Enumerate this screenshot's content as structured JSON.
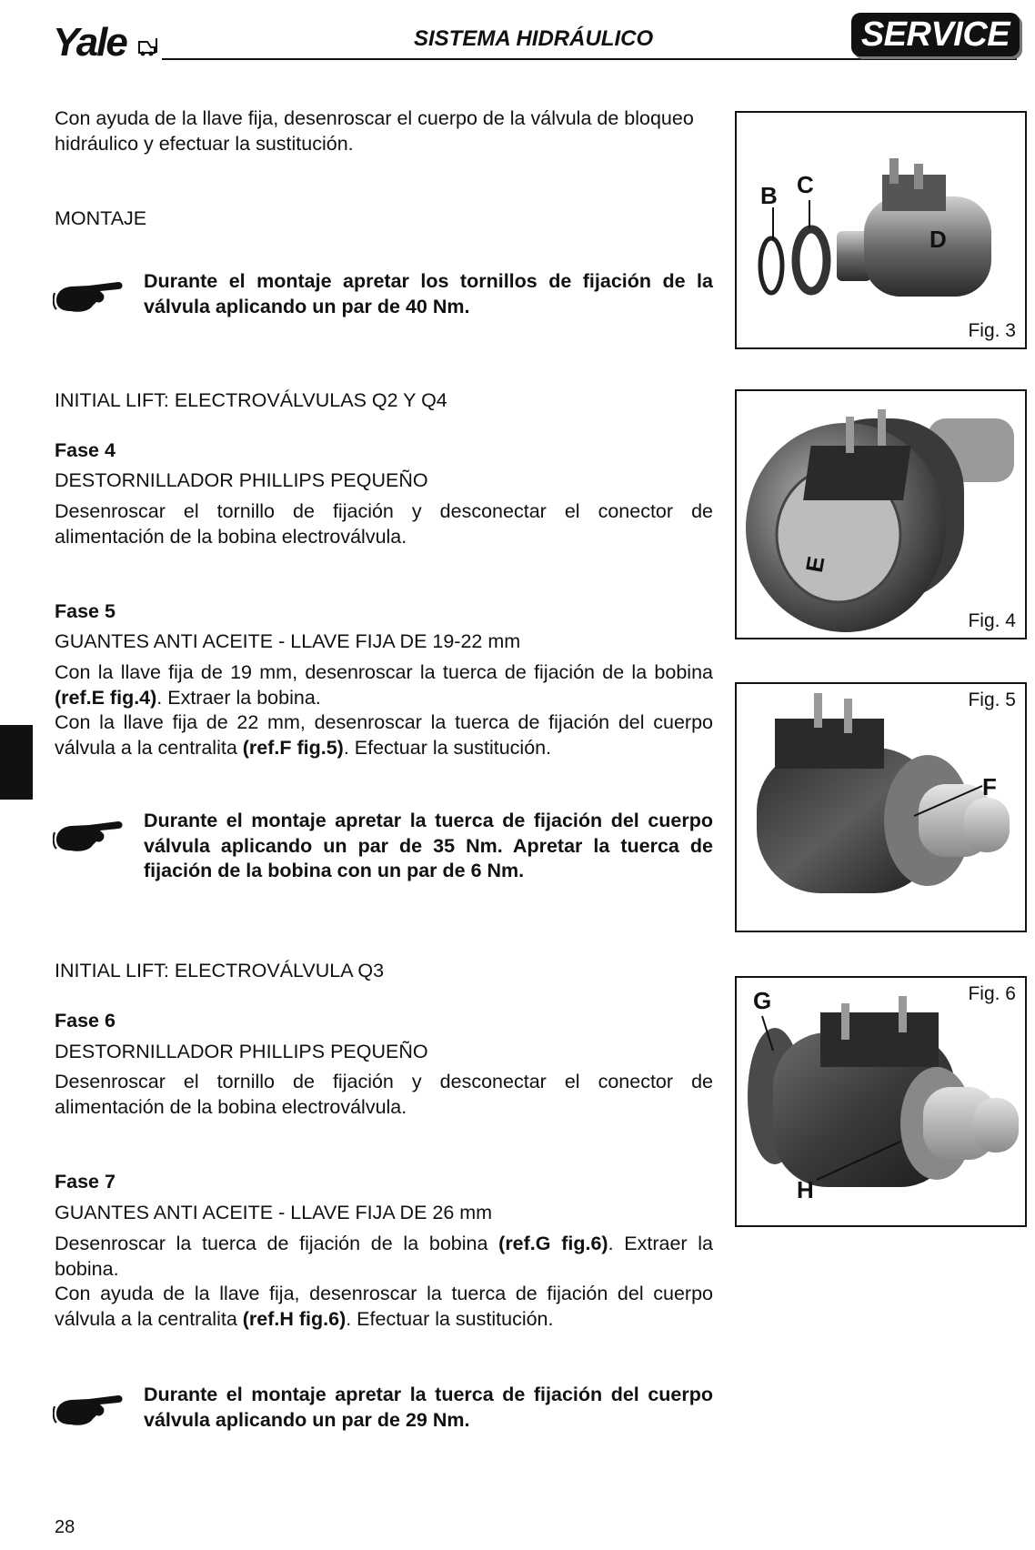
{
  "header": {
    "logo": "Yale",
    "section_title": "SISTEMA HIDRÁULICO",
    "badge": "SERVICE"
  },
  "blocks": {
    "intro": "Con ayuda de la llave fija, desenroscar el cuerpo de la válvula de bloqueo hidráulico y efectuar la sustitución.",
    "montaje": "MONTAJE",
    "note1": "Durante el montaje apretar los tornillos de fijación de la válvula aplicando un par de 40 Nm.",
    "section_q2q4": "INITIAL LIFT: ELECTROVÁLVULAS Q2 Y Q4",
    "fase4_title": "Fase 4",
    "fase4_tool": "DESTORNILLADOR PHILLIPS PEQUEÑO",
    "fase4_text": "Desenroscar el tornillo de fijación y desconectar el conector de alimentación de la bobina electroválvula.",
    "fase5_title": "Fase 5",
    "fase5_tool": "GUANTES ANTI ACEITE - LLAVE FIJA DE 19-22 mm",
    "fase5_text1a": "Con la llave fija de 19 mm, desenroscar la tuerca de fijación de la bobina ",
    "fase5_ref1": "(ref.E fig.4)",
    "fase5_text1b": ". Extraer la bobina.",
    "fase5_text2a": "Con la llave fija de 22 mm, desenroscar la tuerca de fijación del cuerpo válvula a la centralita ",
    "fase5_ref2": "(ref.F fig.5)",
    "fase5_text2b": ". Efectuar la sustitución.",
    "note2": "Durante el montaje apretar la tuerca de fijación del cuerpo válvula aplicando un par de 35 Nm. Apretar la tuerca de fijación de la bobina con un par de 6 Nm.",
    "section_q3": "INITIAL LIFT: ELECTROVÁLVULA Q3",
    "fase6_title": "Fase 6",
    "fase6_tool": "DESTORNILLADOR PHILLIPS PEQUEÑO",
    "fase6_text": "Desenroscar el tornillo de fijación y desconectar el conector de alimentación de la bobina electroválvula.",
    "fase7_title": "Fase 7",
    "fase7_tool": "GUANTES ANTI ACEITE - LLAVE FIJA DE 26 mm",
    "fase7_text1a": "Desenroscar la tuerca de fijación de la bobina ",
    "fase7_ref1": "(ref.G fig.6)",
    "fase7_text1b": ". Extraer la bobina.",
    "fase7_text2a": "Con ayuda de la llave fija, desenroscar la tuerca de fijación del cuerpo válvula a la centralita ",
    "fase7_ref2": "(ref.H fig.6)",
    "fase7_text2b": ". Efectuar la sustitución.",
    "note3": "Durante el montaje apretar la tuerca de fijación del cuerpo válvula aplicando un par de 29 Nm."
  },
  "figures": {
    "fig3": {
      "label": "Fig. 3",
      "callouts": [
        "B",
        "C",
        "D"
      ]
    },
    "fig4": {
      "label": "Fig. 4",
      "callouts": [
        "E"
      ]
    },
    "fig5": {
      "label": "Fig. 5",
      "callouts": [
        "F"
      ]
    },
    "fig6": {
      "label": "Fig. 6",
      "callouts": [
        "G",
        "H"
      ]
    }
  },
  "page_number": "28"
}
